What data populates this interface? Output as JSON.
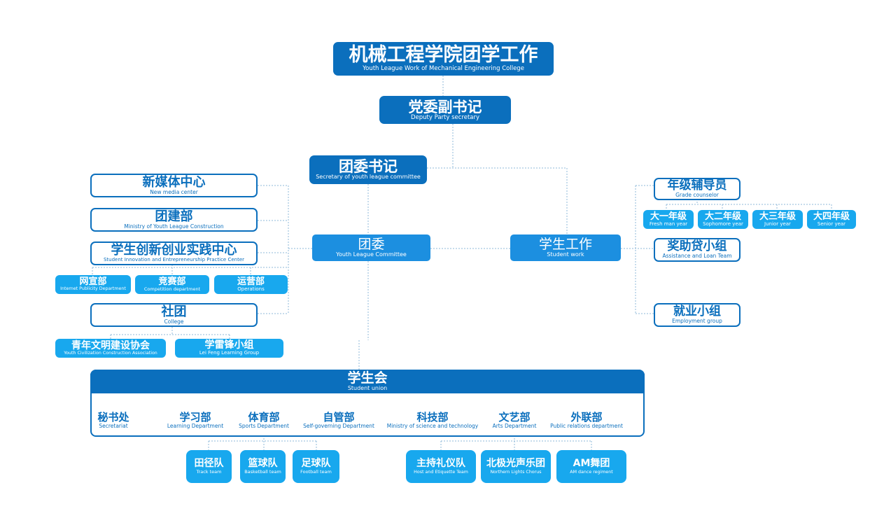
{
  "root": {
    "cn": "机械工程学院团学工作",
    "en": "Youth League Work of Mechanical Engineering College"
  },
  "deputy": {
    "cn": "党委副书记",
    "en": "Deputy Party secretary"
  },
  "secretary": {
    "cn": "团委书记",
    "en": "Secretary of youth league committee"
  },
  "league_committee": {
    "cn": "团委",
    "en": "Youth League Committee"
  },
  "student_work": {
    "cn": "学生工作",
    "en": "Student work"
  },
  "left_units": {
    "new_media": {
      "cn": "新媒体中心",
      "en": "New media center"
    },
    "construction": {
      "cn": "团建部",
      "en": "Ministry of Youth League Construction"
    },
    "innovation": {
      "cn": "学生创新创业实践中心",
      "en": "Student Innovation and Entrepreneurship Practice Center"
    },
    "innovation_subs": [
      {
        "cn": "网宣部",
        "en": "Internet Publicity Department"
      },
      {
        "cn": "竞赛部",
        "en": "Competition department"
      },
      {
        "cn": "运营部",
        "en": "Operations"
      }
    ],
    "college": {
      "cn": "社团",
      "en": "College"
    },
    "college_subs": [
      {
        "cn": "青年文明建设协会",
        "en": "Youth Civilization Construction Association"
      },
      {
        "cn": "学雷锋小组",
        "en": "Lei Feng Learning Group"
      }
    ]
  },
  "right_units": {
    "counselor": {
      "cn": "年级辅导员",
      "en": "Grade counselor"
    },
    "grades": [
      {
        "cn": "大一年级",
        "en": "Fresh man year"
      },
      {
        "cn": "大二年级",
        "en": "Sophomore year"
      },
      {
        "cn": "大三年级",
        "en": "Junior year"
      },
      {
        "cn": "大四年级",
        "en": "Senior year"
      }
    ],
    "loan": {
      "cn": "奖助贷小组",
      "en": "Assistance and Loan Team"
    },
    "employment": {
      "cn": "就业小组",
      "en": "Employment group"
    }
  },
  "student_union": {
    "cn": "学生会",
    "en": "Student union",
    "departments": [
      {
        "cn": "秘书处",
        "en": "Secretariat"
      },
      {
        "cn": "学习部",
        "en": "Learning Department"
      },
      {
        "cn": "体育部",
        "en": "Sports Department"
      },
      {
        "cn": "自管部",
        "en": "Self-governing Department"
      },
      {
        "cn": "科技部",
        "en": "Ministry of science and technology"
      },
      {
        "cn": "文艺部",
        "en": "Arts Department"
      },
      {
        "cn": "外联部",
        "en": "Public relations department"
      }
    ],
    "sports_teams": [
      {
        "cn": "田径队",
        "en": "Track team"
      },
      {
        "cn": "篮球队",
        "en": "Basketball team"
      },
      {
        "cn": "足球队",
        "en": "Football team"
      }
    ],
    "arts_teams": [
      {
        "cn": "主持礼仪队",
        "en": "Host and Etiquette Team"
      },
      {
        "cn": "北极光声乐团",
        "en": "Northern Lights Chorus"
      },
      {
        "cn": "AM舞团",
        "en": "AM dance regiment"
      }
    ]
  }
}
